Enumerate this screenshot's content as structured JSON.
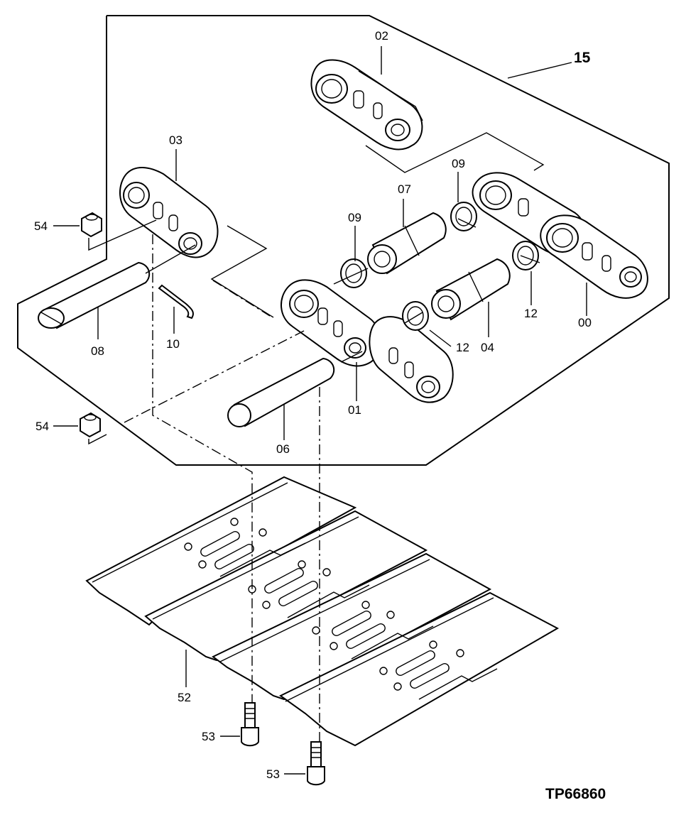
{
  "labels": {
    "l00": "00",
    "l01": "01",
    "l02": "02",
    "l03": "03",
    "l04": "04",
    "l06": "06",
    "l07": "07",
    "l08": "08",
    "l09a": "09",
    "l09b": "09",
    "l10": "10",
    "l12a": "12",
    "l12b": "12",
    "l15": "15",
    "l52": "52",
    "l53a": "53",
    "l53b": "53",
    "l54a": "54",
    "l54b": "54"
  },
  "drawing_code": "TP66860"
}
